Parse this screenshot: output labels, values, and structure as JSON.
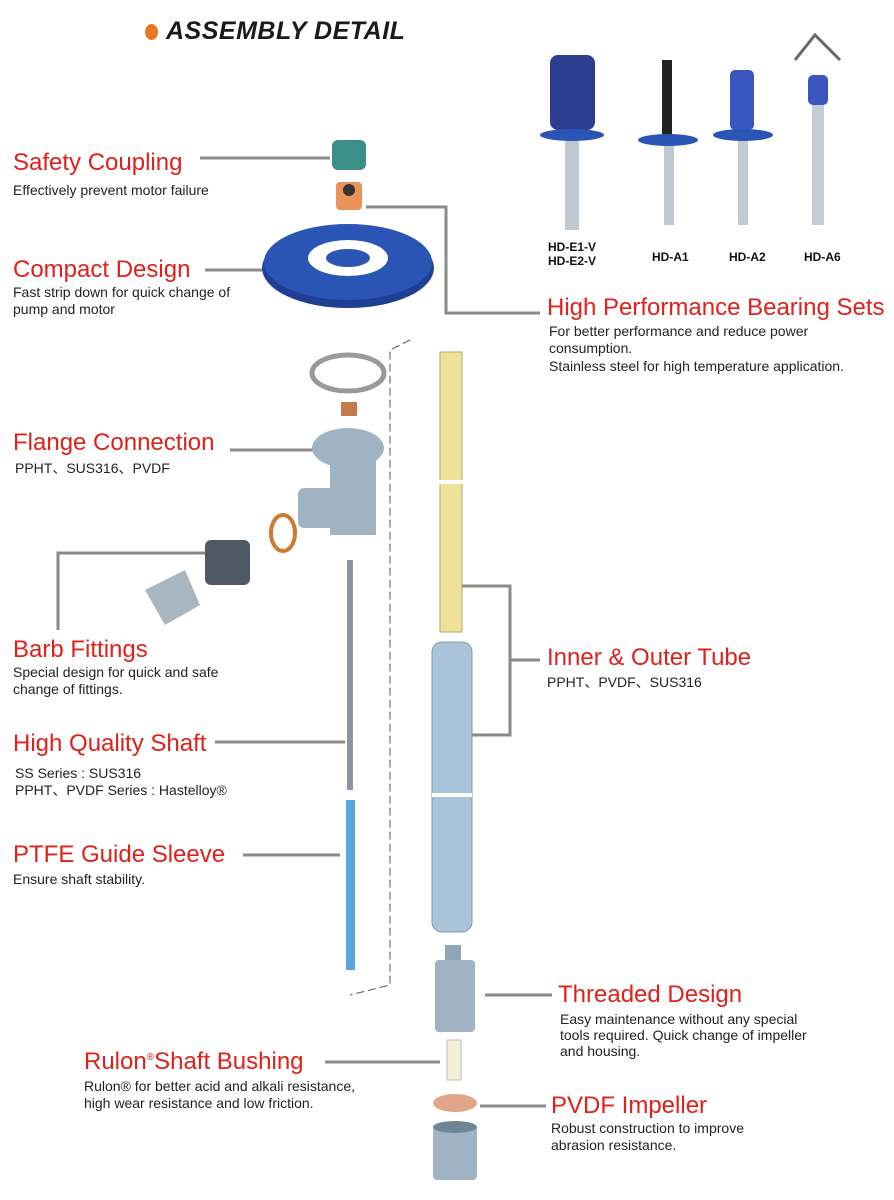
{
  "header": {
    "title": "ASSEMBLY DETAIL",
    "accent": "#e87722"
  },
  "models": [
    "HD-E1-V\nHD-E2-V",
    "HD-A1",
    "HD-A2",
    "HD-A6"
  ],
  "callouts": {
    "safety": {
      "title": "Safety Coupling",
      "desc": [
        "Effectively prevent motor failure"
      ]
    },
    "compact": {
      "title": "Compact Design",
      "desc": [
        "Fast strip down for quick change of",
        "pump and motor"
      ]
    },
    "bearing": {
      "title": "High Performance Bearing Sets",
      "desc": [
        "For better performance and reduce power",
        "consumption.",
        "Stainless steel for high temperature application."
      ]
    },
    "flange": {
      "title": "Flange Connection",
      "desc": [
        "PPHT、SUS316、PVDF"
      ]
    },
    "barb": {
      "title": "Barb Fittings",
      "desc": [
        "Special design for quick and safe",
        "change of fittings."
      ]
    },
    "shaft": {
      "title": "High Quality Shaft",
      "desc": [
        "SS  Series : SUS316",
        "PPHT、PVDF Series : Hastelloy®"
      ]
    },
    "ptfe": {
      "title": "PTFE Guide Sleeve",
      "desc": [
        "Ensure shaft stability."
      ]
    },
    "tube": {
      "title": "Inner & Outer Tube",
      "desc": [
        "PPHT、PVDF、SUS316"
      ]
    },
    "threaded": {
      "title": "Threaded Design",
      "desc": [
        "Easy maintenance without  any special",
        "tools  required.  Quick change of impeller",
        "and housing."
      ]
    },
    "rulon": {
      "title": "Rulon",
      "title_sup": "®",
      "title_rest": "Shaft Bushing",
      "desc": [
        "Rulon® for better acid and alkali resistance,",
        "high wear resistance and low friction."
      ]
    },
    "impeller": {
      "title": "PVDF Impeller",
      "desc": [
        "Robust construction to improve",
        "abrasion resistance."
      ]
    }
  },
  "colors": {
    "heading": "#e0201b",
    "leader": "#8a8a8a",
    "tube_yellow": "#efe09a",
    "tube_blue": "#a9c4d8",
    "flange_blue": "#2a4fa8"
  }
}
